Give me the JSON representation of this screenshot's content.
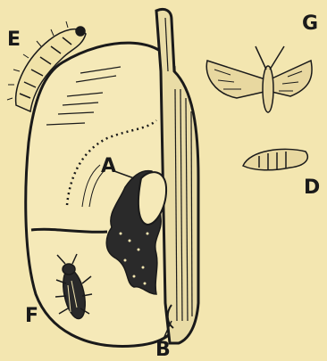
{
  "figure": {
    "labels": {
      "a": "A",
      "b": "B",
      "d": "D",
      "e": "E",
      "f": "F",
      "g": "G"
    },
    "colors": {
      "background": "#f3e6b0",
      "ink": "#1a1a1a"
    }
  }
}
